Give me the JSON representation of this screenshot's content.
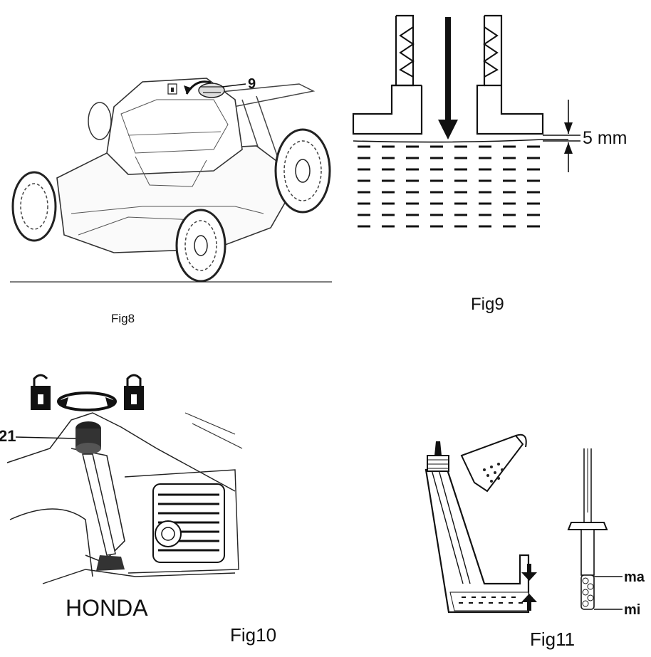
{
  "figures": {
    "fig8": {
      "caption": "Fig8",
      "callout": "9"
    },
    "fig9": {
      "caption": "Fig9",
      "dimension": "5 mm"
    },
    "fig10": {
      "caption": "Fig10",
      "callout": "21",
      "brand": "HONDA"
    },
    "fig11": {
      "caption": "Fig11",
      "dipstick_max": "ma",
      "dipstick_min": "mi"
    }
  }
}
